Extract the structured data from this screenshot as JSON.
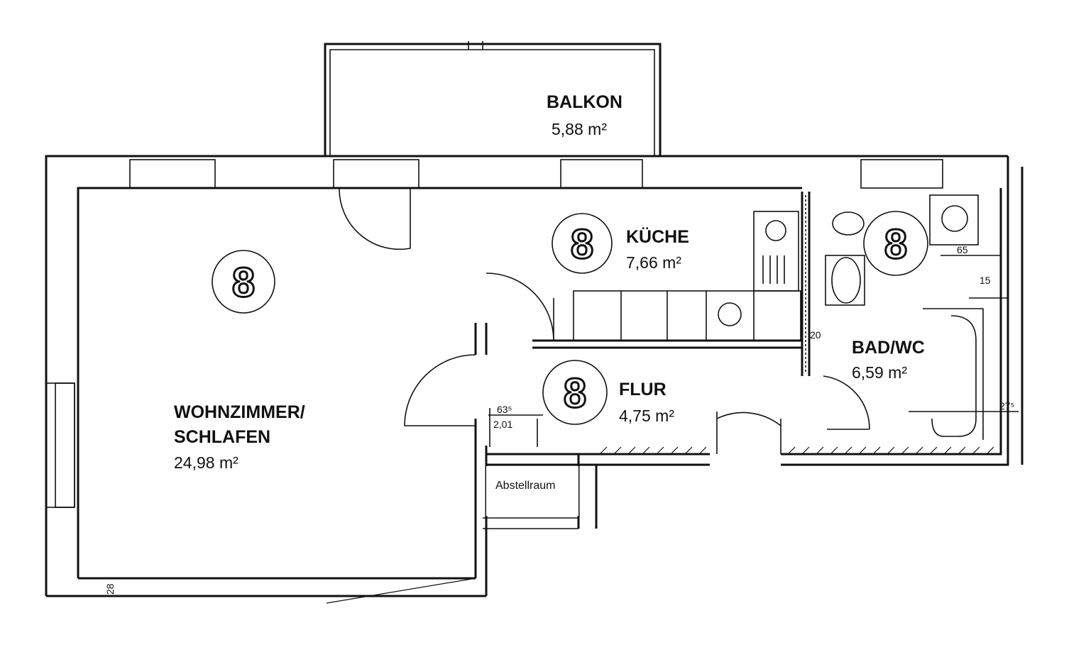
{
  "rooms": {
    "balkon": {
      "name": "BALKON",
      "area": "5,88 m²"
    },
    "kueche": {
      "name": "KÜCHE",
      "area": "7,66 m²"
    },
    "bad": {
      "name": "BAD/WC",
      "area": "6,59 m²"
    },
    "flur": {
      "name": "FLUR",
      "area": "4,75 m²"
    },
    "wohnzimmer": {
      "name_line1": "WOHNZIMMER/",
      "name_line2": "SCHLAFEN",
      "area": "24,98 m²"
    },
    "abstellraum": {
      "name": "Abstellraum"
    }
  },
  "dimensions": {
    "d1": "63⁵",
    "d2": "2,01",
    "d3": "65",
    "d4": "15",
    "d5": "20",
    "d6": "27⁵",
    "d7": "28"
  },
  "detector_symbol": "8"
}
